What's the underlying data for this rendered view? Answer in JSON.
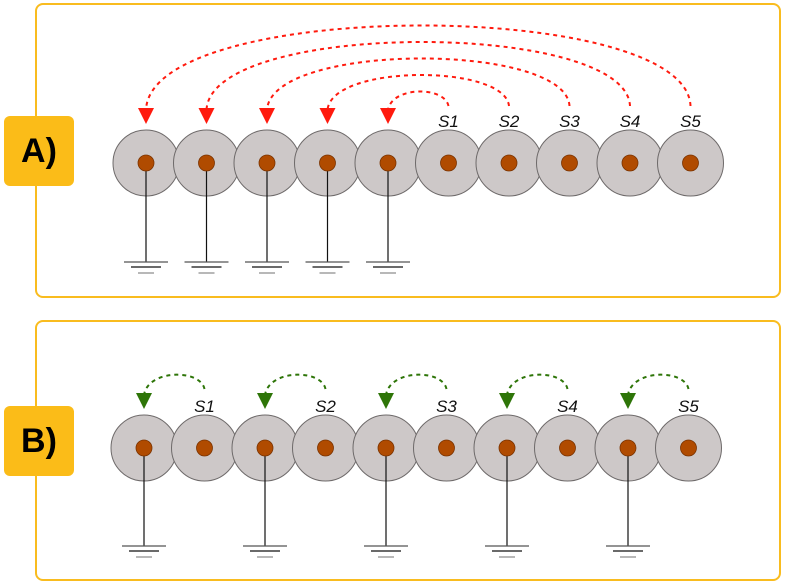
{
  "panels": [
    {
      "id": "A",
      "label": "A)",
      "connector_color": "#ff1a0e",
      "ring_fill": "#cdc8c8",
      "core_fill": "#b04b00",
      "num_conductors": 10,
      "grounded_indices": [
        0,
        1,
        2,
        3,
        4
      ],
      "sources": [
        {
          "label": "S1",
          "from": 5,
          "to": 4
        },
        {
          "label": "S2",
          "from": 6,
          "to": 3
        },
        {
          "label": "S3",
          "from": 7,
          "to": 2
        },
        {
          "label": "S4",
          "from": 8,
          "to": 1
        },
        {
          "label": "S5",
          "from": 9,
          "to": 0
        }
      ]
    },
    {
      "id": "B",
      "label": "B)",
      "connector_color": "#2e7508",
      "ring_fill": "#cdc8c8",
      "core_fill": "#b04b00",
      "num_conductors": 10,
      "grounded_indices": [
        0,
        2,
        4,
        6,
        8
      ],
      "sources": [
        {
          "label": "S1",
          "from": 1,
          "to": 0
        },
        {
          "label": "S2",
          "from": 3,
          "to": 2
        },
        {
          "label": "S3",
          "from": 5,
          "to": 4
        },
        {
          "label": "S4",
          "from": 7,
          "to": 6
        },
        {
          "label": "S5",
          "from": 9,
          "to": 8
        }
      ]
    }
  ]
}
